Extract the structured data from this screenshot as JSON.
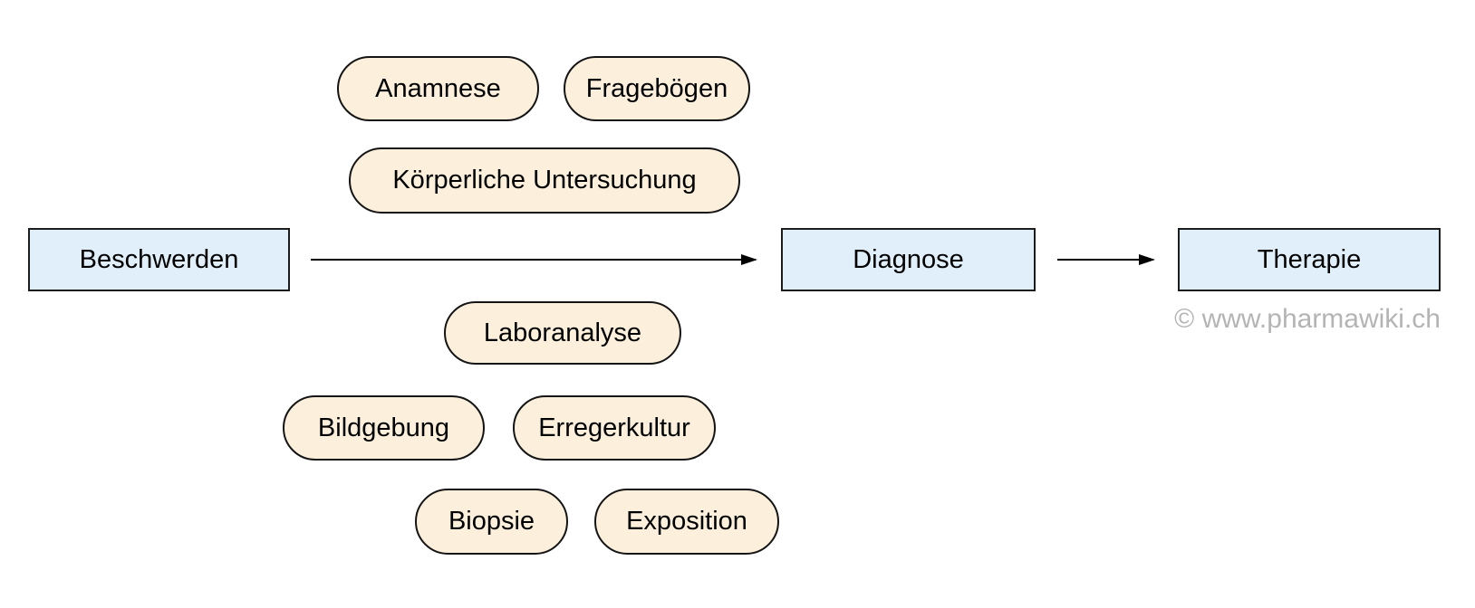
{
  "diagram": {
    "description": "Flow from symptoms to diagnosis to therapy with diagnostic methods",
    "main_nodes": [
      {
        "id": "beschwerden",
        "label": "Beschwerden"
      },
      {
        "id": "diagnose",
        "label": "Diagnose"
      },
      {
        "id": "therapie",
        "label": "Therapie"
      }
    ],
    "method_nodes": [
      {
        "id": "anamnese",
        "label": "Anamnese"
      },
      {
        "id": "frageboegen",
        "label": "Fragebögen"
      },
      {
        "id": "koerperliche-untersuchung",
        "label": "Körperliche Untersuchung"
      },
      {
        "id": "laboranalyse",
        "label": "Laboranalyse"
      },
      {
        "id": "bildgebung",
        "label": "Bildgebung"
      },
      {
        "id": "erregerkultur",
        "label": "Erregerkultur"
      },
      {
        "id": "biopsie",
        "label": "Biopsie"
      },
      {
        "id": "exposition",
        "label": "Exposition"
      }
    ],
    "arrows": [
      {
        "from": "Beschwerden",
        "to": "Diagnose"
      },
      {
        "from": "Diagnose",
        "to": "Therapie"
      }
    ],
    "watermark": "© www.pharmawiki.ch",
    "colors": {
      "background": "#ffffff",
      "process_box_fill": "#e0effa",
      "process_box_border": "#1c1c1c",
      "method_pill_fill": "#fcefdb",
      "method_pill_border": "#141414",
      "arrow": "#000000",
      "text": "#000000",
      "watermark_text": "#b4b4b4"
    }
  }
}
